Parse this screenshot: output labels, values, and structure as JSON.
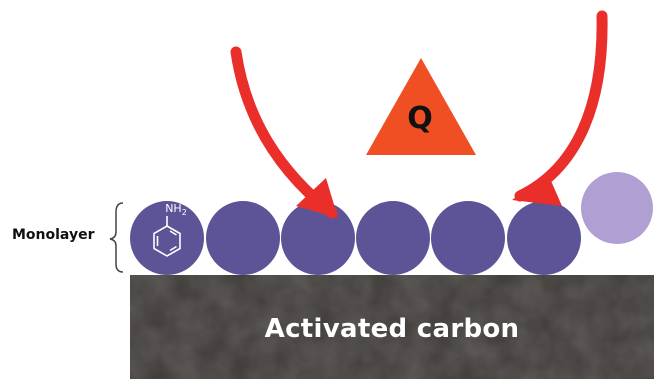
{
  "labels": {
    "monolayer": "Monolayer",
    "substrate": "Activated carbon",
    "heat": "Q",
    "amine_group": "NH",
    "amine_subscript": "2"
  },
  "colors": {
    "adsorbed_molecule": "#5c5496",
    "free_molecule": "#b09fd3",
    "arrow": "#ea2e2a",
    "heat_triangle": "#f04f23",
    "substrate": "#3c3836",
    "substrate_text": "#ffffff"
  },
  "molecules": {
    "adsorbed_count": 6,
    "free_count": 1
  },
  "icons": {
    "adsorbed_molecule_structure": "aniline-icon",
    "heat_symbol": "triangle-icon"
  }
}
